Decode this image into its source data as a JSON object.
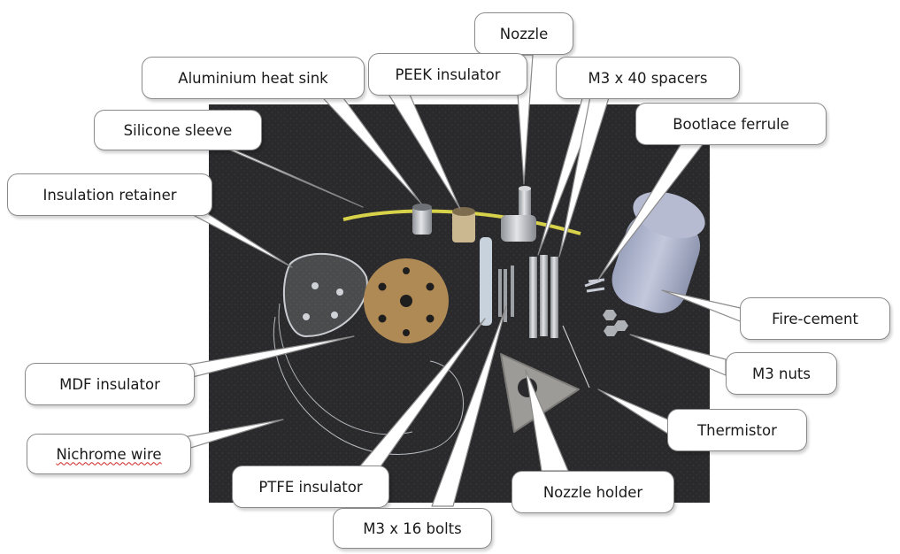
{
  "labels": {
    "nozzle": "Nozzle",
    "aluminium_heat_sink": "Aluminium heat sink",
    "peek_insulator": "PEEK insulator",
    "m3_x_40_spacers": "M3 x 40 spacers",
    "silicone_sleeve": "Silicone sleeve",
    "bootlace_ferrule": "Bootlace ferrule",
    "insulation_retainer": "Insulation retainer",
    "fire_cement": "Fire-cement",
    "mdf_insulator": "MDF insulator",
    "m3_nuts": "M3 nuts",
    "thermistor": "Thermistor",
    "nichrome_wire": "Nichrome wire",
    "ptfe_insulator": "PTFE insulator",
    "nozzle_holder": "Nozzle holder",
    "m3_x_16_bolts": "M3 x 16 bolts"
  },
  "colors": {
    "background_board": "#2a2a2c",
    "callout_fill": "#ffffff",
    "callout_border": "#8a8a8a",
    "mdf": "#b08a55",
    "silicone": "#d8d24a",
    "aluminium": "#b9bcc0",
    "ptfe": "#c8d2dc",
    "fire_cement": "#a9b0c8"
  }
}
